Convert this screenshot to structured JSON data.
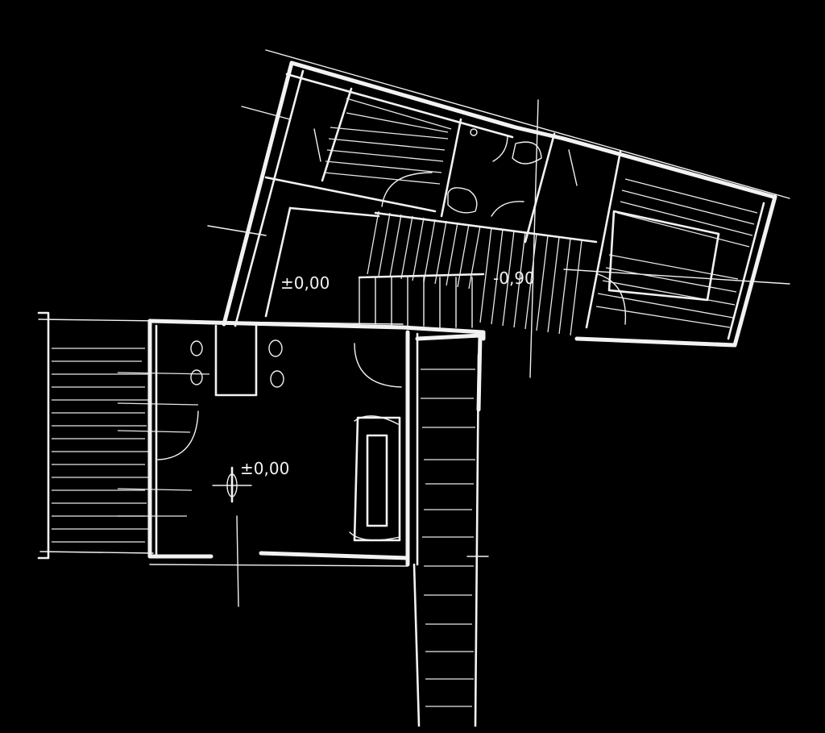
{
  "drawing": {
    "labels": {
      "upper_level": "±0,00",
      "lower_level": "-0,90",
      "main_level": "±0,00"
    },
    "colors": {
      "background": "#000000",
      "ink": "#f2f2f2"
    }
  }
}
